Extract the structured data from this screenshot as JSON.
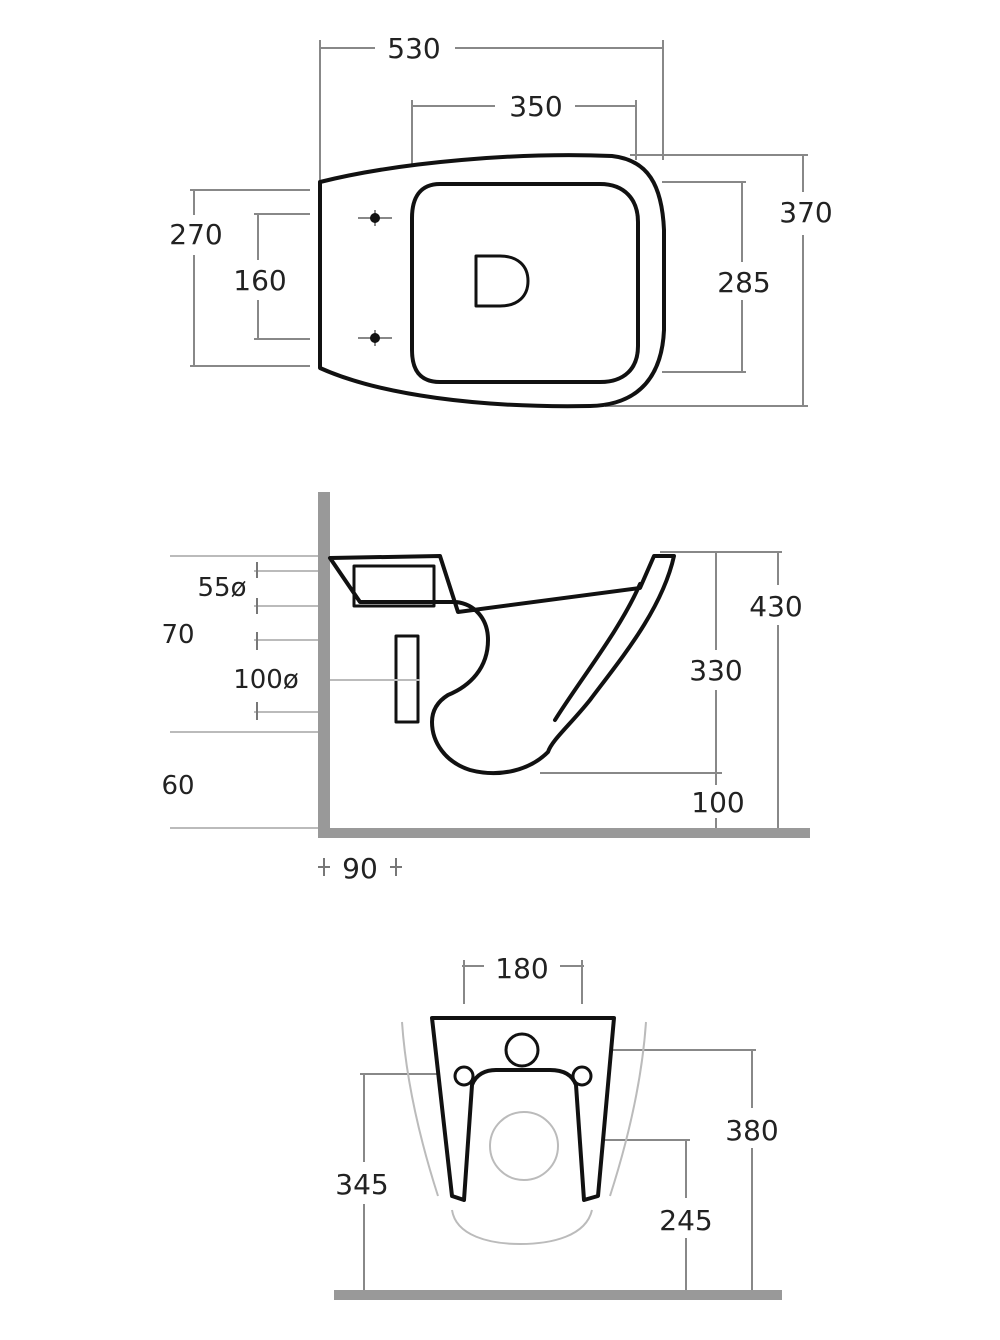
{
  "top_view": {
    "overall_length": "530",
    "seat_length": "350",
    "overall_width": "370",
    "seat_width": "285",
    "rear_width": "270",
    "fixing_spacing": "160"
  },
  "side_view": {
    "inlet": "55ø",
    "inlet_height_partial": "70",
    "outlet": "100ø",
    "outlet_height_partial": "60",
    "total_height": "430",
    "bowl_height": "330",
    "floor_clearance": "100",
    "wall_offset": "90"
  },
  "rear_view": {
    "fixing_spacing": "180",
    "fixing_height": "345",
    "inlet_height": "380",
    "outlet_height": "245"
  }
}
